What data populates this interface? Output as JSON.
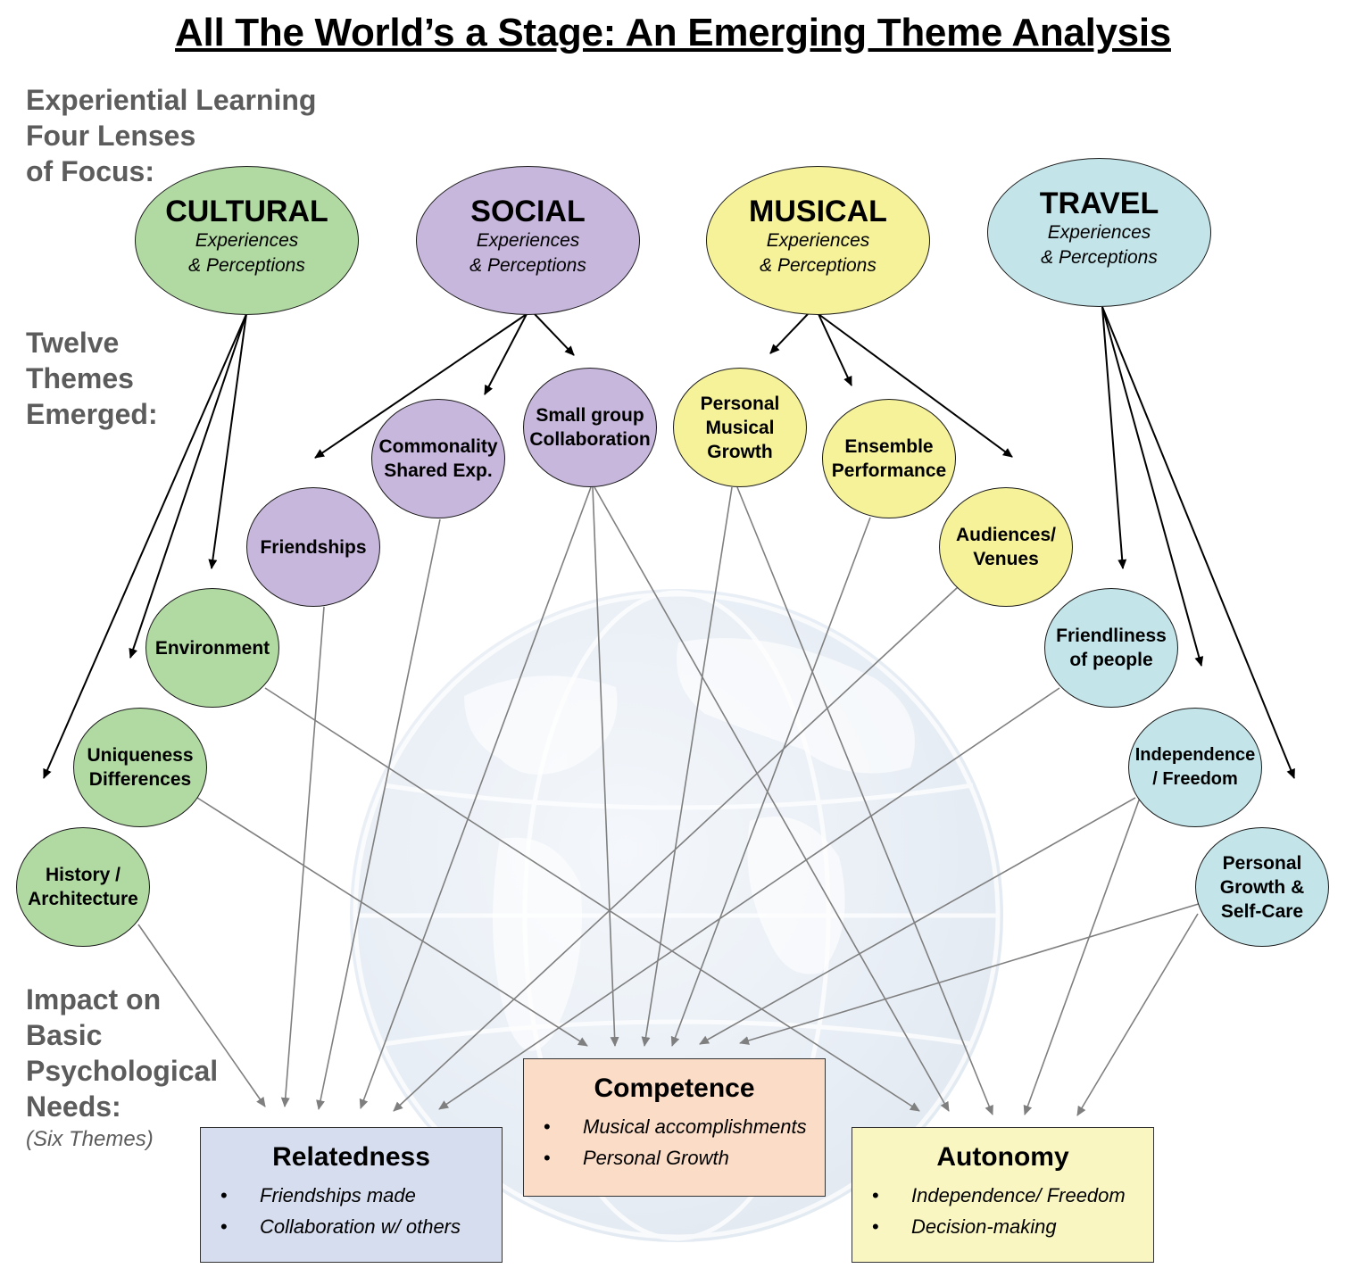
{
  "title": "All The World’s a Stage: An Emerging Theme Analysis",
  "side_labels": {
    "lenses": "Experiential Learning\nFour Lenses\nof Focus:",
    "themes": "Twelve\nThemes\nEmerged:",
    "needs": "Impact on\nBasic\nPsychological\nNeeds:",
    "needs_sub": "(Six Themes)"
  },
  "colors": {
    "cultural": "#b1d9a2",
    "social": "#c7b7dc",
    "musical": "#f5f29a",
    "travel": "#c3e5ea",
    "relatedness_box": "#d6ddef",
    "competence_box": "#fbdcc6",
    "autonomy_box": "#faf6c1",
    "black_arrow": "#000000",
    "gray_arrow": "#7f7f7f"
  },
  "lenses": [
    {
      "id": "cultural",
      "name": "CULTURAL",
      "subtitle": "Experiences\n& Perceptions"
    },
    {
      "id": "social",
      "name": "SOCIAL",
      "subtitle": "Experiences\n& Perceptions"
    },
    {
      "id": "musical",
      "name": "MUSICAL",
      "subtitle": "Experiences\n& Perceptions"
    },
    {
      "id": "travel",
      "name": "TRAVEL",
      "subtitle": "Experiences\n& Perceptions"
    }
  ],
  "themes": [
    {
      "id": "history",
      "label": "History /\nArchitecture",
      "lens": "cultural"
    },
    {
      "id": "uniqueness",
      "label": "Uniqueness\nDifferences",
      "lens": "cultural"
    },
    {
      "id": "environment",
      "label": "Environment",
      "lens": "cultural"
    },
    {
      "id": "friendships",
      "label": "Friendships",
      "lens": "social"
    },
    {
      "id": "commonality",
      "label": "Commonality\nShared Exp.",
      "lens": "social"
    },
    {
      "id": "smallgroup",
      "label": "Small group\nCollaboration",
      "lens": "social"
    },
    {
      "id": "personalmusical",
      "label": "Personal\nMusical\nGrowth",
      "lens": "musical"
    },
    {
      "id": "ensemble",
      "label": "Ensemble\nPerformance",
      "lens": "musical"
    },
    {
      "id": "audiences",
      "label": "Audiences/\nVenues",
      "lens": "musical"
    },
    {
      "id": "friendliness",
      "label": "Friendliness\nof people",
      "lens": "travel"
    },
    {
      "id": "independence",
      "label": "Independence\n/ Freedom",
      "lens": "travel"
    },
    {
      "id": "personalgrowth",
      "label": "Personal\nGrowth &\nSelf-Care",
      "lens": "travel"
    }
  ],
  "needs": [
    {
      "id": "relatedness",
      "title": "Relatedness",
      "items": [
        "Friendships made",
        "Collaboration w/ others"
      ]
    },
    {
      "id": "competence",
      "title": "Competence",
      "items": [
        "Musical accomplishments",
        "Personal Growth"
      ]
    },
    {
      "id": "autonomy",
      "title": "Autonomy",
      "items": [
        "Independence/ Freedom",
        "Decision-making"
      ]
    }
  ],
  "bullet_glyph": "•",
  "lens_to_theme_links": [
    [
      "cultural",
      "history"
    ],
    [
      "cultural",
      "uniqueness"
    ],
    [
      "cultural",
      "environment"
    ],
    [
      "social",
      "friendships"
    ],
    [
      "social",
      "commonality"
    ],
    [
      "social",
      "smallgroup"
    ],
    [
      "musical",
      "personalmusical"
    ],
    [
      "musical",
      "ensemble"
    ],
    [
      "musical",
      "audiences"
    ],
    [
      "travel",
      "friendliness"
    ],
    [
      "travel",
      "independence"
    ],
    [
      "travel",
      "personalgrowth"
    ]
  ],
  "theme_to_need_links": [
    [
      "history",
      "relatedness"
    ],
    [
      "friendships",
      "relatedness"
    ],
    [
      "commonality",
      "relatedness"
    ],
    [
      "smallgroup",
      "relatedness"
    ],
    [
      "audiences",
      "relatedness"
    ],
    [
      "friendliness",
      "relatedness"
    ],
    [
      "uniqueness",
      "competence"
    ],
    [
      "smallgroup",
      "competence"
    ],
    [
      "personalmusical",
      "competence"
    ],
    [
      "ensemble",
      "competence"
    ],
    [
      "independence",
      "competence"
    ],
    [
      "personalgrowth",
      "competence"
    ],
    [
      "environment",
      "autonomy"
    ],
    [
      "smallgroup",
      "autonomy"
    ],
    [
      "personalmusical",
      "autonomy"
    ],
    [
      "independence",
      "autonomy"
    ],
    [
      "personalgrowth",
      "autonomy"
    ]
  ]
}
